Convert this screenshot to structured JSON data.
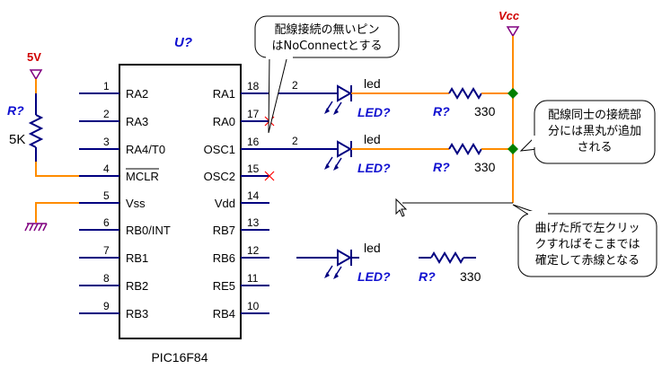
{
  "colors": {
    "wire_blue": "#000080",
    "wire_orange": "#ff8c00",
    "label_blue": "#1010d0",
    "supply_red": "#d00000",
    "cross_red": "#ff0000",
    "junction_green": "#008000",
    "ground_purple": "#800080",
    "bubble_fill": "#ffffff"
  },
  "chip": {
    "ref": "U?",
    "part": "PIC16F84",
    "left_pins": [
      {
        "num": "1",
        "name": "RA2"
      },
      {
        "num": "2",
        "name": "RA3"
      },
      {
        "num": "3",
        "name": "RA4/T0"
      },
      {
        "num": "4",
        "name": "MCLR"
      },
      {
        "num": "5",
        "name": "Vss"
      },
      {
        "num": "6",
        "name": "RB0/INT"
      },
      {
        "num": "7",
        "name": "RB1"
      },
      {
        "num": "8",
        "name": "RB2"
      },
      {
        "num": "9",
        "name": "RB3"
      }
    ],
    "right_pins": [
      {
        "num": "18",
        "name": "RA1"
      },
      {
        "num": "17",
        "name": "RA0"
      },
      {
        "num": "16",
        "name": "OSC1"
      },
      {
        "num": "15",
        "name": "OSC2"
      },
      {
        "num": "14",
        "name": "Vdd"
      },
      {
        "num": "13",
        "name": "RB7"
      },
      {
        "num": "12",
        "name": "RB6"
      },
      {
        "num": "11",
        "name": "RE5"
      },
      {
        "num": "10",
        "name": "RB4"
      }
    ]
  },
  "supply_5v": {
    "label": "5V"
  },
  "resistor_left": {
    "ref": "R?",
    "value": "5K"
  },
  "vcc": {
    "label": "Vcc"
  },
  "wire_labels": [
    "2",
    "2"
  ],
  "leds": [
    {
      "name": "led",
      "ref": "LED?"
    },
    {
      "name": "led",
      "ref": "LED?"
    },
    {
      "name": "led",
      "ref": "LED?"
    }
  ],
  "resistors_right": [
    {
      "ref": "R?",
      "value": "330"
    },
    {
      "ref": "R?",
      "value": "330"
    },
    {
      "ref": "R?",
      "value": "330"
    }
  ],
  "callouts": {
    "no_connect": [
      "配線接続の無いピン",
      "はNoConnectとする"
    ],
    "junction": [
      "配線同士の接続部",
      "分には黒丸が追加",
      "される"
    ],
    "click": [
      "曲げた所で左クリッ",
      "クすればそこまでは",
      "確定して赤線となる"
    ]
  }
}
